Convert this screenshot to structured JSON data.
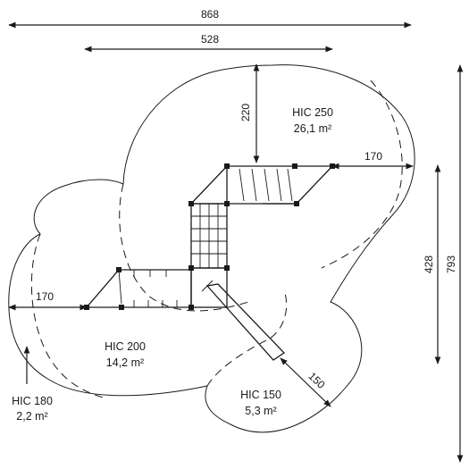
{
  "dimensions": {
    "overall_width": "868",
    "upper_width": "528",
    "top_offset": "220",
    "right_offset": "170",
    "left_offset": "170",
    "slide_offset": "150",
    "right_height_inner": "428",
    "right_height_outer": "793"
  },
  "zones": {
    "hic_250": {
      "label": "HIC 250",
      "area": "26,1 m²"
    },
    "hic_200": {
      "label": "HIC 200",
      "area": "14,2 m²"
    },
    "hic_180": {
      "label": "HIC 180",
      "area": "2,2 m²"
    },
    "hic_150": {
      "label": "HIC 150",
      "area": "5,3 m²"
    }
  }
}
